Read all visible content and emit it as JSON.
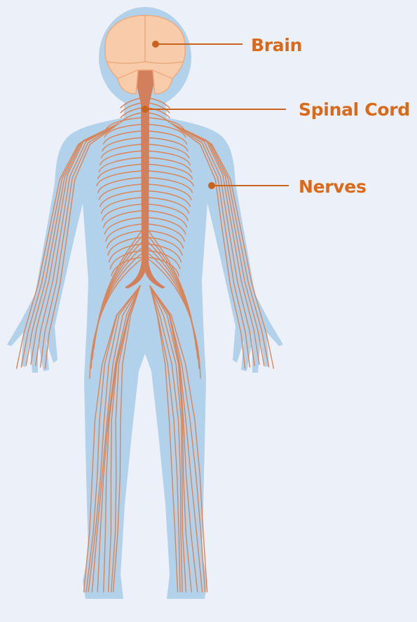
{
  "colors": {
    "background": "#ecf1f9",
    "body_silhouette": "#b2d1ea",
    "brain_fill": "#f8ccaa",
    "brain_outline": "#eeaa7c",
    "nerve": "#d9855a",
    "spinal_cord": "#d27f5c",
    "label": "#d96a1c",
    "leader_line": "#c8641e"
  },
  "labels": {
    "brain": "Brain",
    "spinal_cord": "Spinal Cord",
    "nerves": "Nerves"
  }
}
